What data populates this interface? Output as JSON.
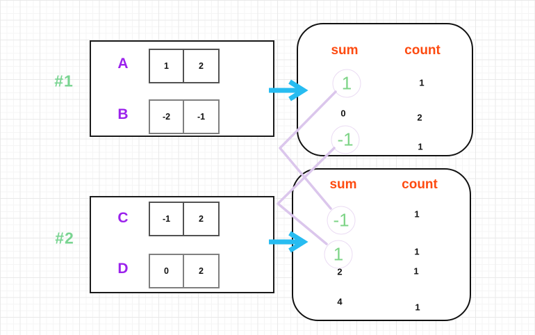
{
  "colors": {
    "group_tag_green": "#79d491",
    "highlight_sum_green": "#7ed487",
    "array_letter_purple": "#9b22ec",
    "header_orange": "#fd4b11",
    "arrow_cyan": "#27bcf1",
    "connector_lavender": "#dbc6ec",
    "highlight_ring_lavender": "#eadbf3",
    "box_border_black": "#1a1a1a",
    "cell_border_dark_gray": "#525252",
    "cell_border_light_gray": "#7f7f7f"
  },
  "groups": [
    {
      "tag": "#1",
      "rows": [
        {
          "label": "A",
          "cells": [
            "1",
            "2"
          ]
        },
        {
          "label": "B",
          "cells": [
            "-2",
            "-1"
          ]
        }
      ]
    },
    {
      "tag": "#2",
      "rows": [
        {
          "label": "C",
          "cells": [
            "-1",
            "2"
          ]
        },
        {
          "label": "D",
          "cells": [
            "0",
            "2"
          ]
        }
      ]
    }
  ],
  "maps": [
    {
      "headers": {
        "sum": "sum",
        "count": "count"
      },
      "rows": [
        {
          "sum": "1",
          "count": "1",
          "highlighted": true
        },
        {
          "sum": "0",
          "count": "2",
          "highlighted": false
        },
        {
          "sum": "-1",
          "count": "1",
          "highlighted": true
        }
      ]
    },
    {
      "headers": {
        "sum": "sum",
        "count": "count"
      },
      "rows": [
        {
          "sum": "-1",
          "count": "1",
          "highlighted": true
        },
        {
          "sum": "1",
          "count": "1",
          "highlighted": true
        },
        {
          "sum": "2",
          "count": "1",
          "highlighted": false
        },
        {
          "sum": "4",
          "count": "1",
          "highlighted": false
        }
      ]
    }
  ],
  "connections": [
    {
      "from": "map-1 sum 1",
      "to": "map-2 sum -1"
    },
    {
      "from": "map-1 sum -1",
      "to": "map-2 sum 1"
    }
  ]
}
